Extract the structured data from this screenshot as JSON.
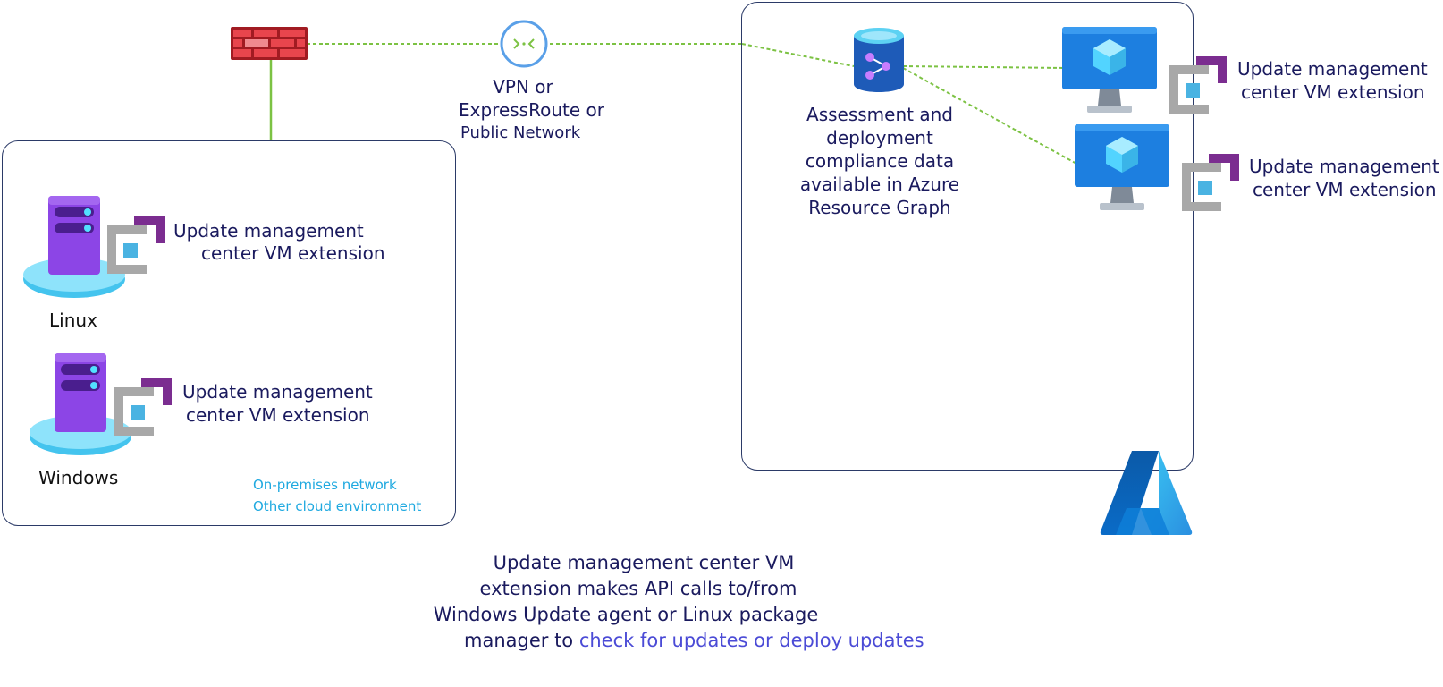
{
  "network": {
    "vpn_line1": "VPN or",
    "vpn_line2": "ExpressRoute or",
    "vpn_line3": "Public Network"
  },
  "onprem": {
    "linux_label": "Linux",
    "windows_label": "Windows",
    "linux_ext_line1": "Update management",
    "linux_ext_line2": "center VM extension",
    "windows_ext_line1": "Update management",
    "windows_ext_line2": "center VM extension",
    "note_line1": "On-premises network",
    "note_line2": "Other cloud environment"
  },
  "azure": {
    "graph_line1": "Assessment and",
    "graph_line2": "deployment",
    "graph_line3": "compliance data",
    "graph_line4": "available in Azure",
    "graph_line5": "Resource Graph",
    "vm1_ext_line1": "Update management",
    "vm1_ext_line2": "center VM extension",
    "vm2_ext_line1": "Update management",
    "vm2_ext_line2": "center VM extension"
  },
  "caption": {
    "line1": "Update management center VM",
    "line2": "extension makes API calls to/from",
    "line3": "Windows Update agent or Linux package",
    "line4_prefix": "manager to ",
    "line4_link": "check for updates or deploy updates"
  },
  "colors": {
    "line_dashed": "#7cc243",
    "line_solid": "#7cc243",
    "box_border": "#2b3a67",
    "firewall": "#c6262e",
    "vm_blue": "#1e8de0",
    "server_purple": "#7b3fd6",
    "ext_purple": "#7b2d90",
    "azure_blue": "#0a6bc7",
    "note_cyan": "#1fa9e0",
    "link_blue": "#4b4bd6"
  }
}
